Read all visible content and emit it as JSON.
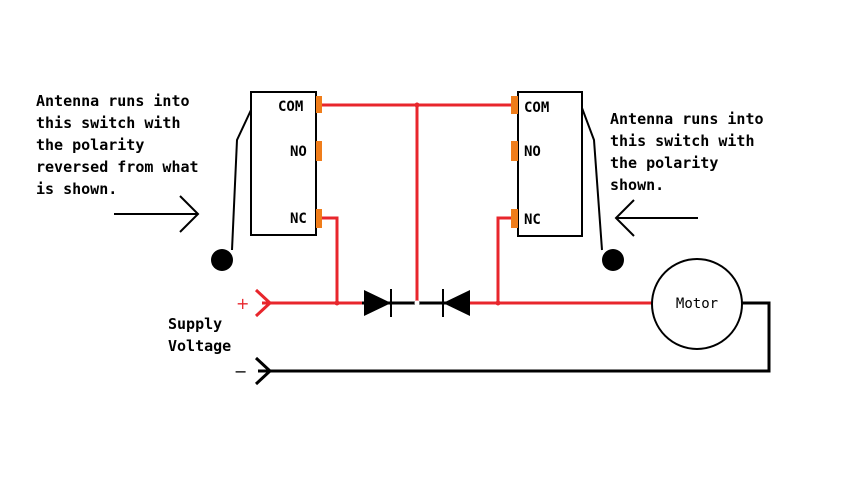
{
  "notes": {
    "left": [
      "Antenna runs into",
      "this switch with",
      "the polarity",
      "reversed from what",
      "is shown."
    ],
    "right": [
      "Antenna runs into",
      "this switch with",
      "the polarity",
      "shown."
    ]
  },
  "switch_left": {
    "pins": [
      "COM",
      "NO",
      "NC"
    ]
  },
  "switch_right": {
    "pins": [
      "COM",
      "NO",
      "NC"
    ]
  },
  "supply": {
    "label_line1": "Supply",
    "label_line2": "Voltage",
    "plus": "+",
    "minus": "−"
  },
  "motor": {
    "label": "Motor"
  },
  "colors": {
    "wire_positive": "#e8262c",
    "wire_return": "#000000",
    "pin": "#f07d1a",
    "supply_plus": "#e8262c",
    "supply_minus": "#000000"
  }
}
